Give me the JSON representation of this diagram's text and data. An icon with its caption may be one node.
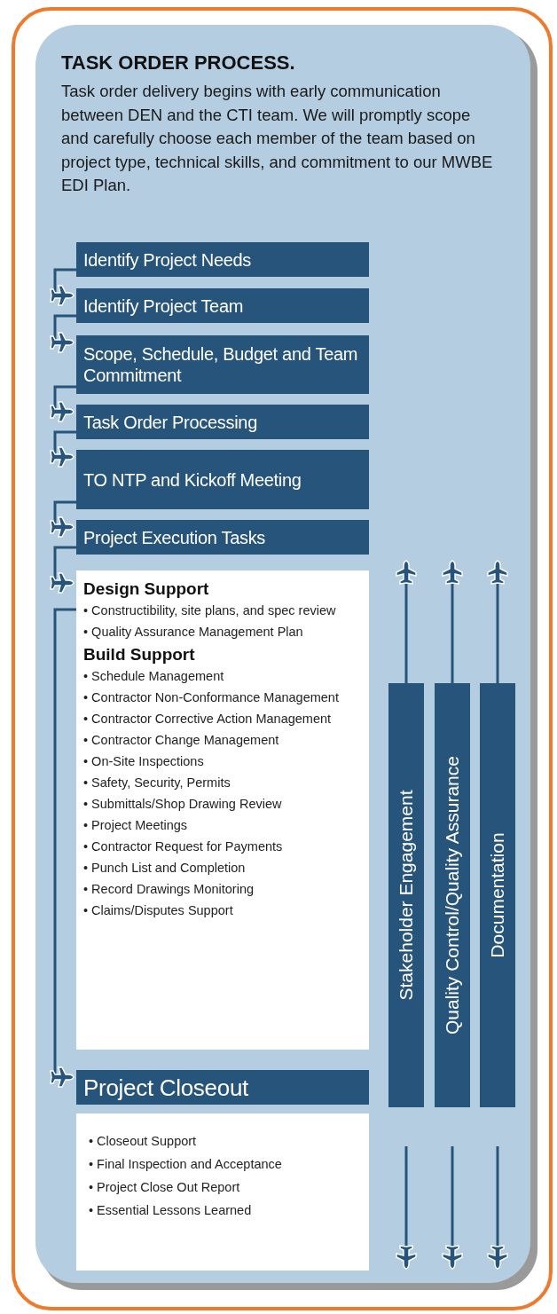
{
  "diagram": {
    "title": "TASK ORDER PROCESS.",
    "nodes": [
      {
        "text": [
          "Identify Project Needs"
        ]
      },
      {
        "text": [
          "Identify Project Team"
        ]
      },
      {
        "text": [
          "Scope, Schedule, Budget and Team Commitment"
        ]
      },
      {
        "text": [
          "Task Order Processing"
        ]
      },
      {
        "text": [
          "TO NTP and Kickoff Meeting"
        ]
      },
      {
        "text": [
          "Project Execution Tasks"
        ]
      },
      {
        "text": [
          "Design Support",
          "• Constructibility, site plans, and spec review",
          "• Quality Assurance Management Plan",
          "Build Support",
          "• Schedule Management",
          "• Contractor Non-Conformance Management",
          "• Contractor Corrective Action Management",
          "• Contractor Change Management",
          "• On-Site Inspections",
          "• Safety, Security, Permits",
          "• Submittals/Shop Drawing Review",
          "• Project Meetings",
          "• Contractor Request for Payments",
          "• Punch List and Completion",
          "• Record Drawings Monitoring",
          "• Claims/Disputes Support"
        ]
      },
      {
        "text": [
          "Project Closeout"
        ]
      },
      {
        "text": [
          "• Closeout Support",
          "• Final Inspection and Acceptance",
          "• Project Close Out Report",
          "• Essential Lessons Learned"
        ]
      },
      {
        "text": [
          "Stakeholder Engagement"
        ]
      },
      {
        "text": [
          "Quality Control/Quality Assurance"
        ]
      },
      {
        "text": [
          "Documentation"
        ]
      }
    ],
    "edges": [
      {
        "from": 0,
        "to": 1,
        "arrow": "to"
      },
      {
        "from": 1,
        "to": 2,
        "arrow": "to"
      },
      {
        "from": 2,
        "to": 3,
        "arrow": "to"
      },
      {
        "from": 3,
        "to": 4,
        "arrow": "to"
      },
      {
        "from": 4,
        "to": 5,
        "arrow": "to"
      },
      {
        "from": 5,
        "to": 6,
        "arrow": "to"
      },
      {
        "from": 6,
        "to": 7,
        "arrow": "to"
      },
      {
        "from": 9,
        "to": null,
        "arrow": "to"
      },
      {
        "from": 10,
        "to": null,
        "arrow": "to"
      },
      {
        "from": 11,
        "to": null,
        "arrow": "to"
      }
    ],
    "labels": [
      "Task order delivery begins with early communication between DEN and the CTI team. We will promptly scope and carefully choose each member of the team based on project type, technical skills, and commitment to our MWBE EDI Plan."
    ]
  }
}
